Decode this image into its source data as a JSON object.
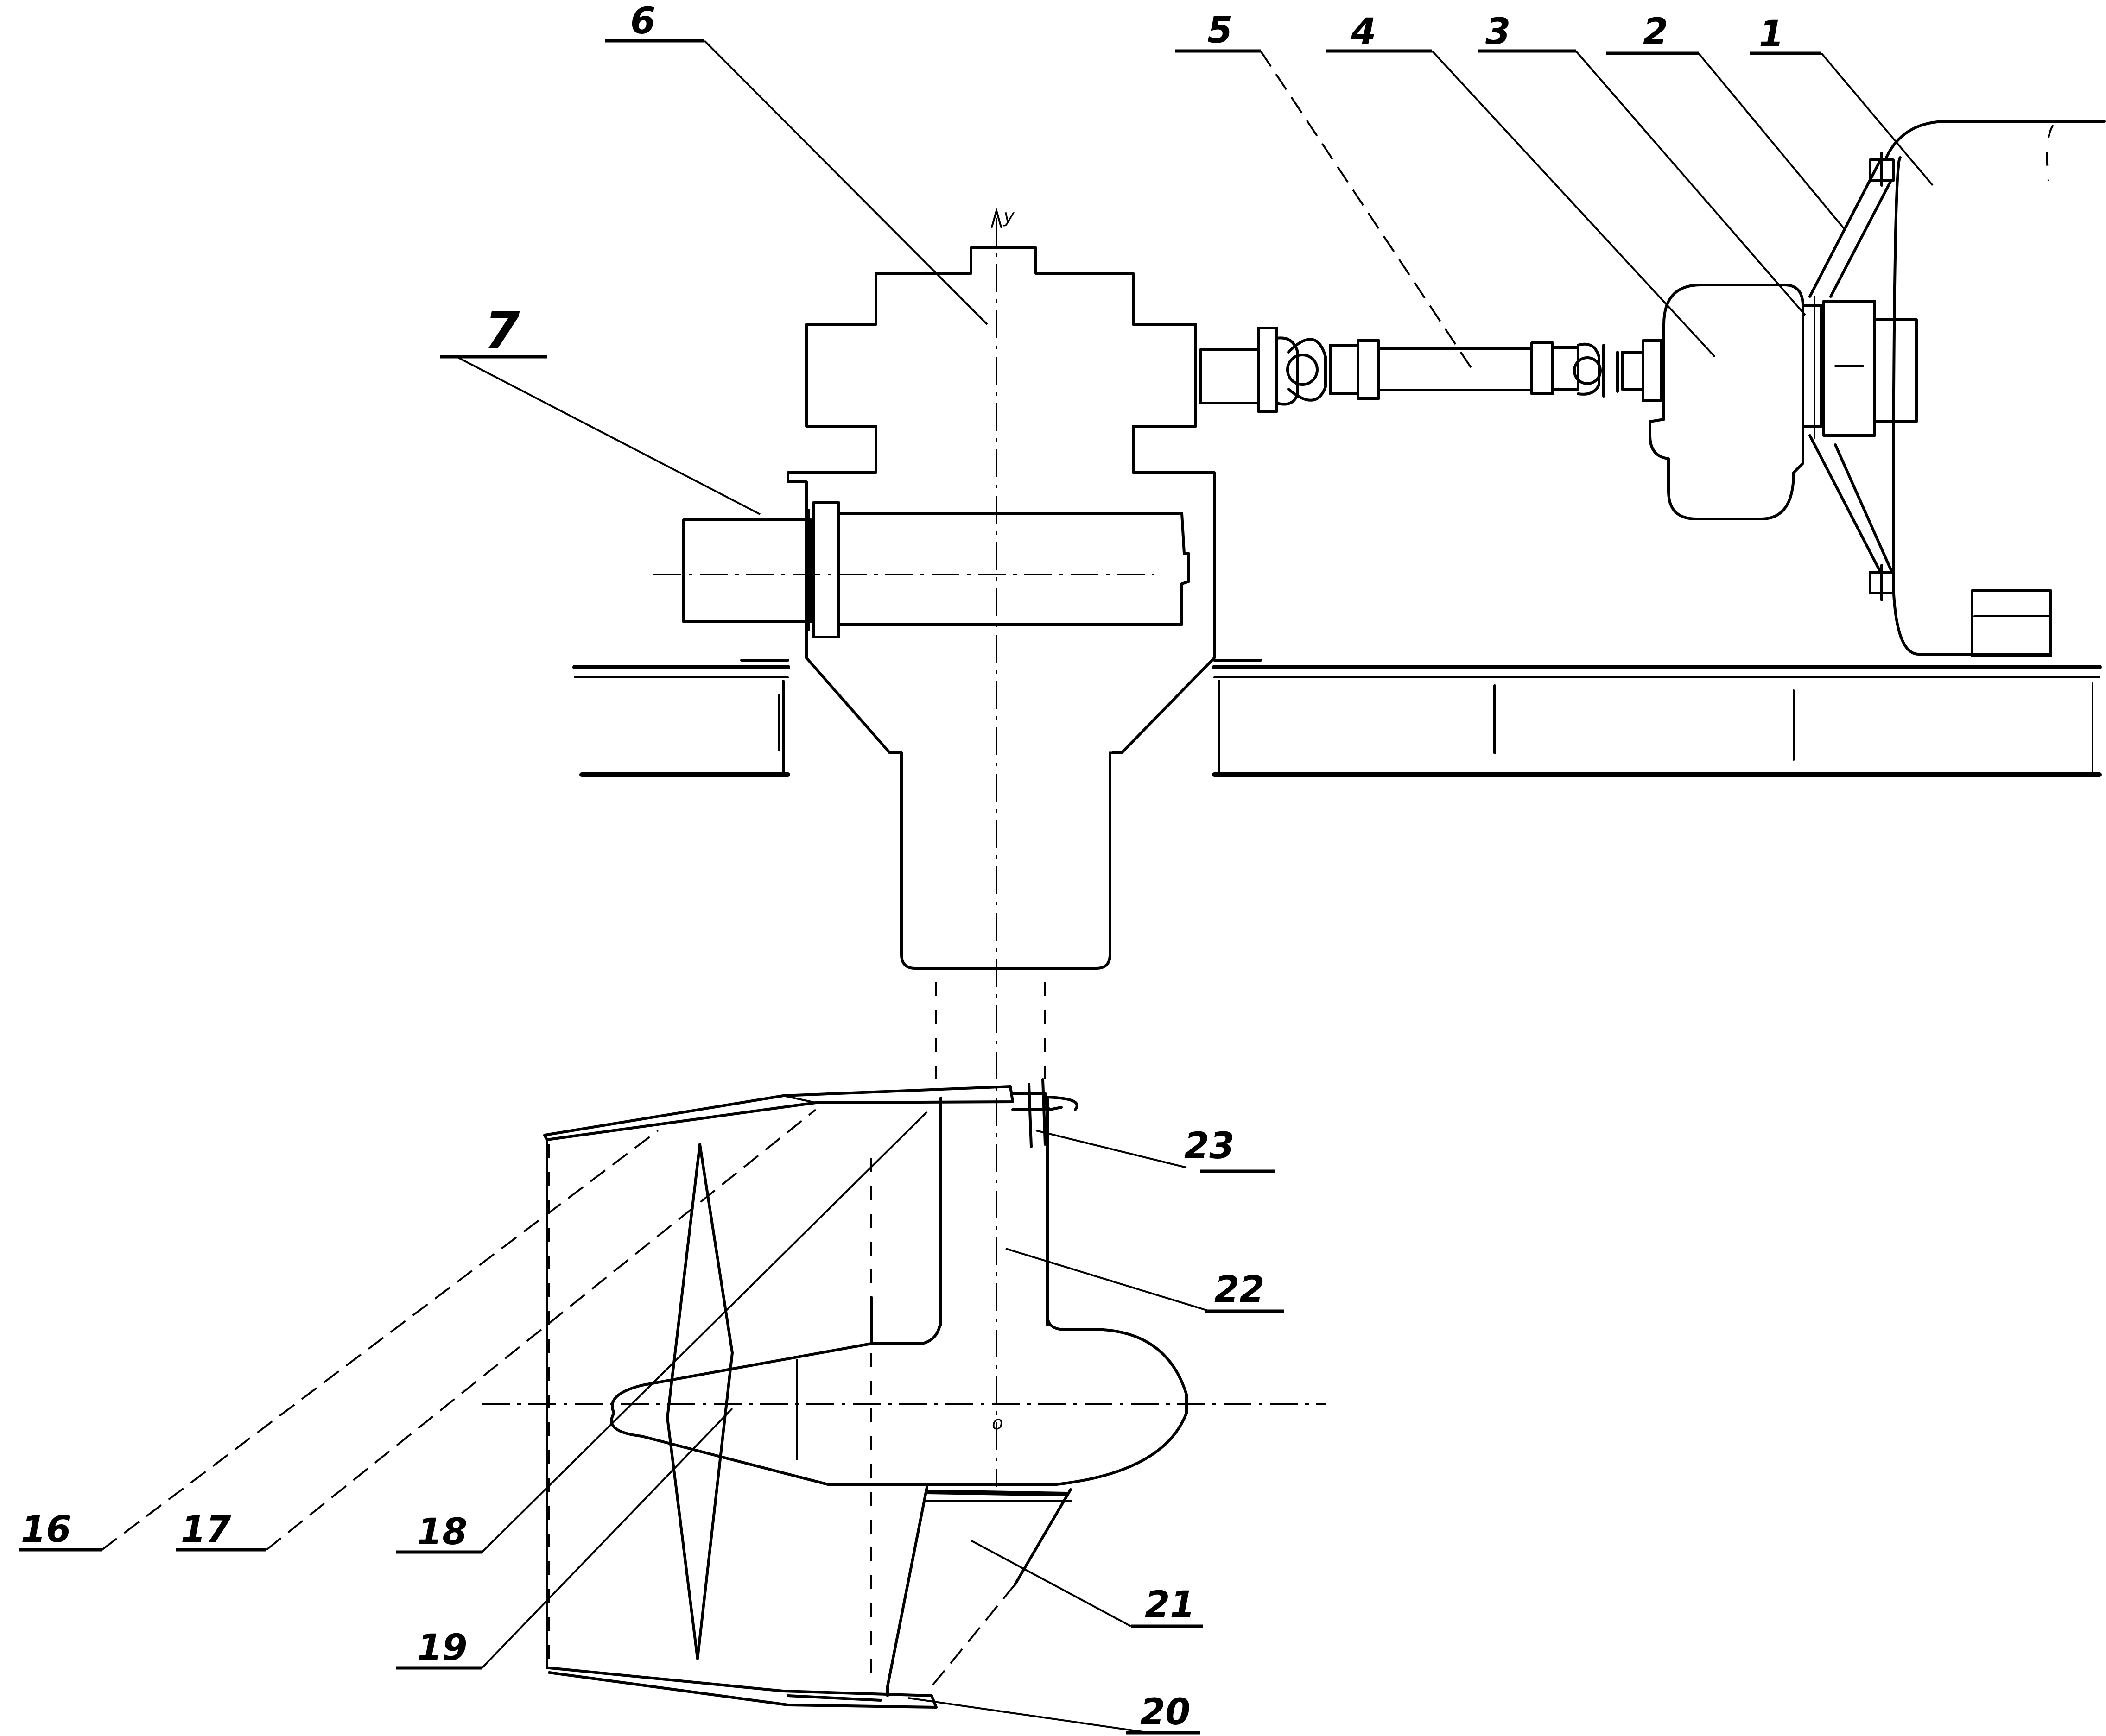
{
  "labels": {
    "n1": "1",
    "n2": "2",
    "n3": "3",
    "n4": "4",
    "n5": "5",
    "n6": "6",
    "n7": "7",
    "n16": "16",
    "n17": "17",
    "n18": "18",
    "n19": "19",
    "n20": "20",
    "n21": "21",
    "n22": "22",
    "n23": "23"
  },
  "axes": {
    "y": "y",
    "origin": "o"
  }
}
